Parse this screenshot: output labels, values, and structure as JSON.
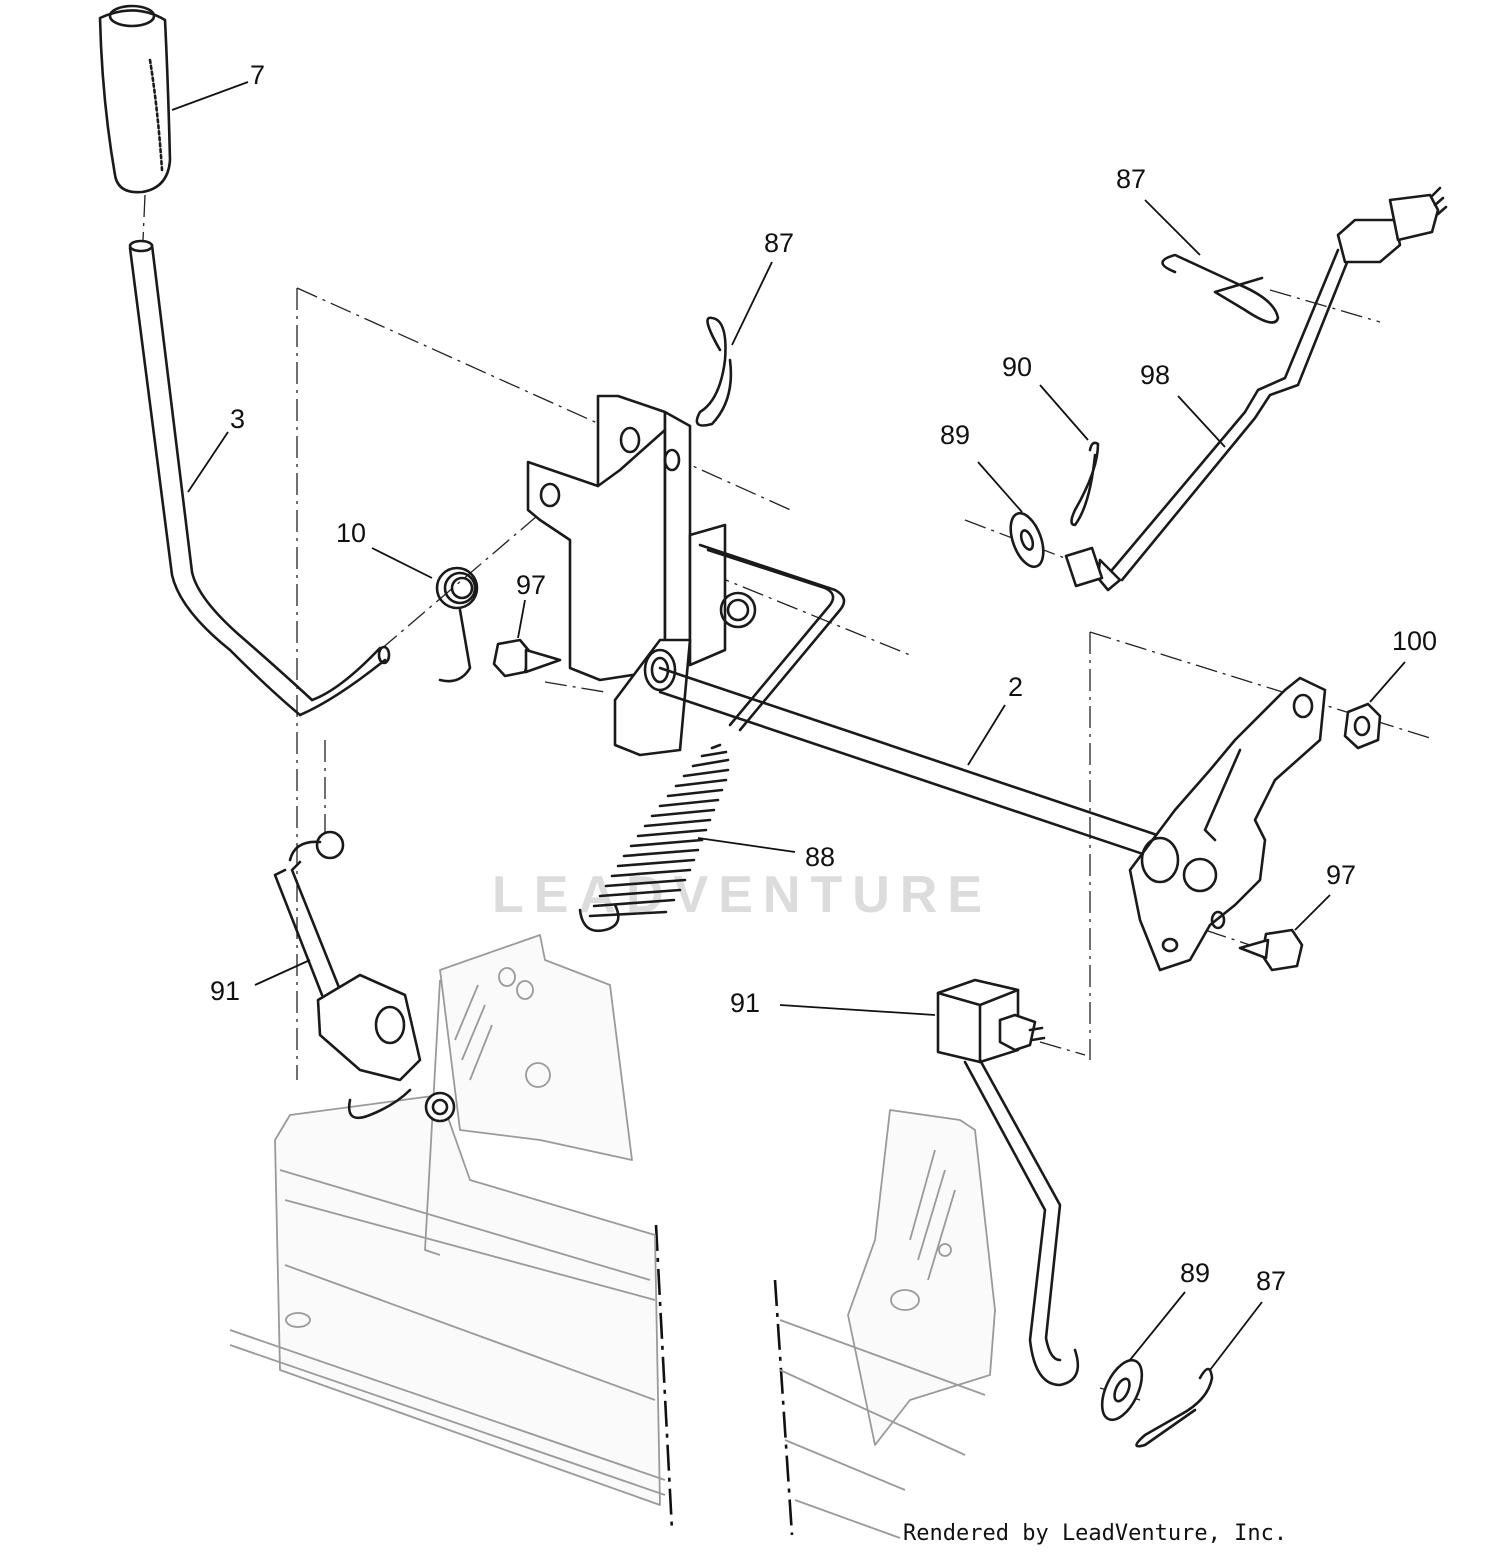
{
  "callouts": {
    "c7": "7",
    "c3": "3",
    "c10": "10",
    "c97a": "97",
    "c87a": "87",
    "c87b": "87",
    "c90": "90",
    "c89a": "89",
    "c98": "98",
    "c100": "100",
    "c2": "2",
    "c88": "88",
    "c97b": "97",
    "c91a": "91",
    "c91b": "91",
    "c89b": "89",
    "c87c": "87"
  },
  "watermark": "LEADVENTURE",
  "credit": "Rendered by LeadVenture, Inc."
}
